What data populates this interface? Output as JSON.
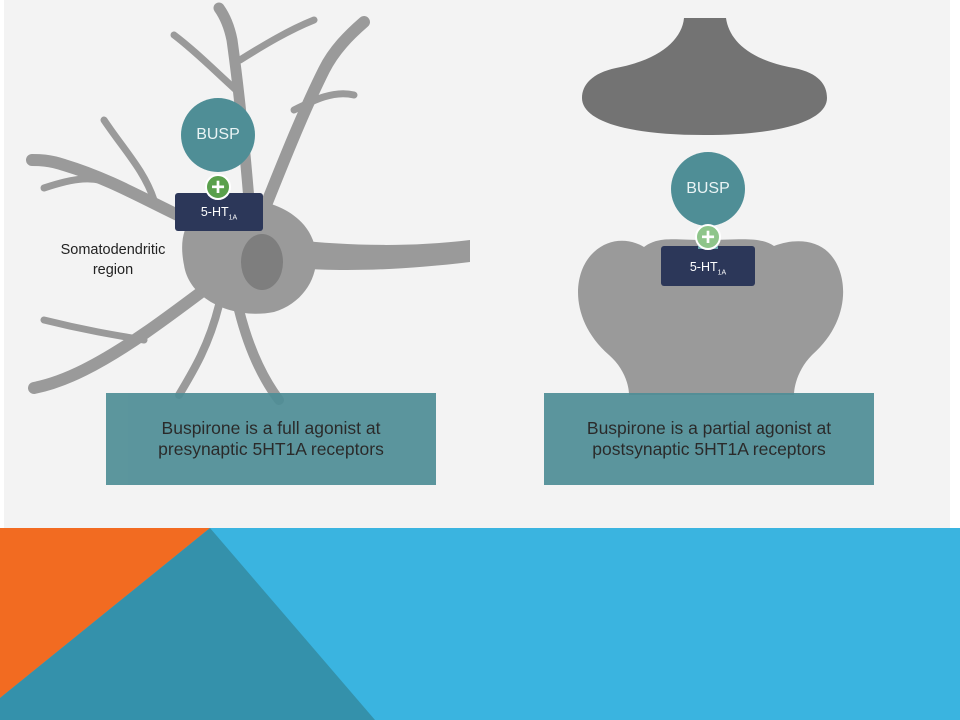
{
  "left_panel": {
    "region_label_line1": "Somatodendritic",
    "region_label_line2": "region",
    "ligand_label": "BUSP",
    "receptor_label_main": "5-HT",
    "receptor_label_sub": "1A",
    "caption_line1": "Buspirone is a full agonist at",
    "caption_line2": "presynaptic 5HT1A receptors"
  },
  "right_panel": {
    "ligand_label": "BUSP",
    "receptor_label_main": "5-HT",
    "receptor_label_sub": "1A",
    "caption_line1": "Buspirone is a partial agonist at",
    "caption_line2": "postsynaptic 5HT1A receptors"
  },
  "colors": {
    "neuron_gray": "#9a9a9a",
    "terminal_dark": "#737373",
    "ligand_teal": "#4f8e96",
    "receptor_navy": "#2c3759",
    "full_agonist_green": "#5aa04c",
    "partial_agonist_green": "#8ec58a",
    "caption_bg": "#4f8e96",
    "footer_blue": "#3ab4e0",
    "footer_orange": "#f26b21",
    "footer_teal": "#3491ab"
  }
}
